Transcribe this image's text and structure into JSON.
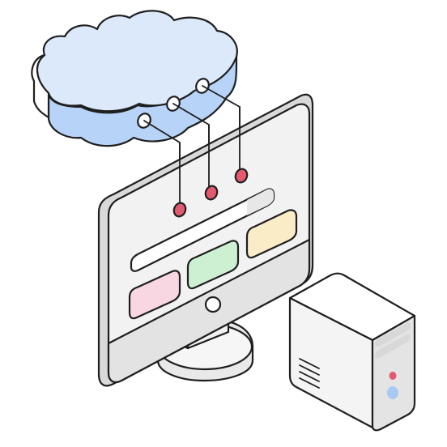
{
  "illustration": {
    "subject": "cloud-connected-desktop",
    "colors": {
      "cloud_top": "#dce9fb",
      "cloud_band": "#b7d3f7",
      "port_red": "#e35a6f",
      "screen_body": "#f2f2f2",
      "screen_chin": "#e3e3e3",
      "bar_gray": "#e7e7e7",
      "card_yellow": "#fbecc8",
      "card_green": "#cdf0d3",
      "card_pink": "#f8d6e2",
      "tower_body": "#f4f4f4",
      "tower_side": "#e4e4e4",
      "tower_slot": "#d8d8d8",
      "tower_led_red": "#e35a6f",
      "tower_led_blue": "#a9c9f5"
    },
    "cards": [
      {
        "name": "yellow-card",
        "color": "#fbecc8"
      },
      {
        "name": "green-card",
        "color": "#cdf0d3"
      },
      {
        "name": "pink-card",
        "color": "#f8d6e2"
      }
    ],
    "cloud_ports": 3,
    "cable_connectors": 3,
    "tower_slots": 2,
    "tower_leds": 2
  }
}
